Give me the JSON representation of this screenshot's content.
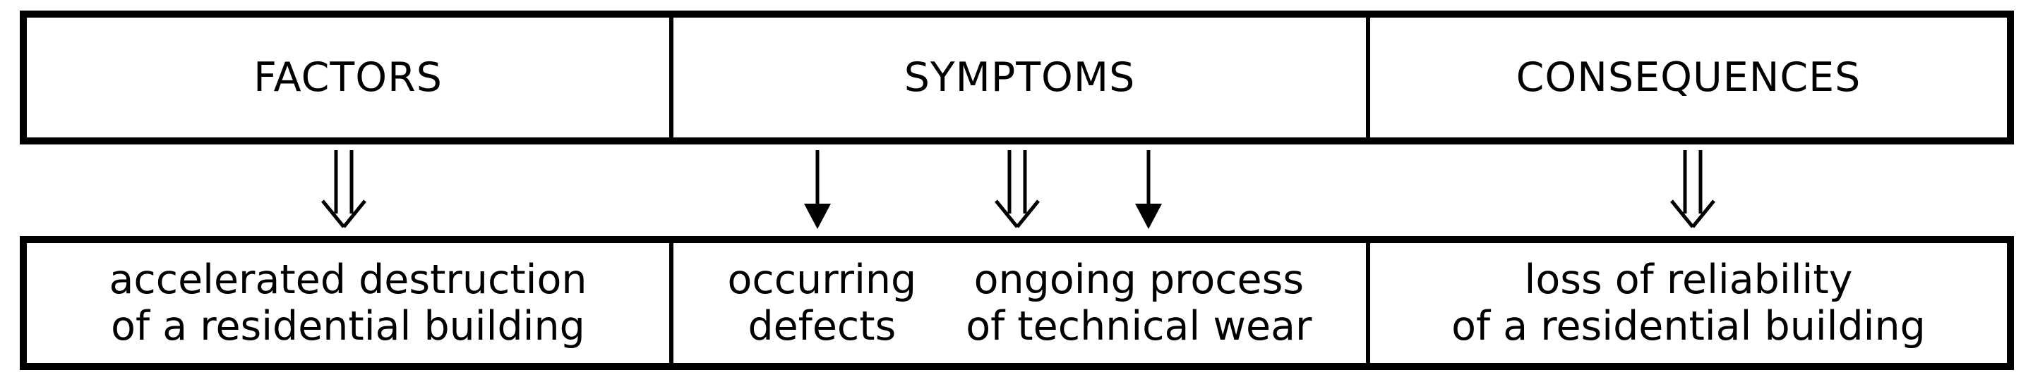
{
  "diagram": {
    "colors": {
      "background": "#ffffff",
      "border": "#000000",
      "text": "#000000",
      "arrow": "#000000"
    },
    "columns": [
      {
        "id": "factors",
        "header": "FACTORS",
        "bottom_lines": [
          "accelerated destruction",
          "of a residential building"
        ]
      },
      {
        "id": "symptoms",
        "header": "SYMPTOMS",
        "bottom_left_lines": [
          "occurring",
          "defects"
        ],
        "bottom_right_lines": [
          "ongoing process",
          "of technical wear"
        ]
      },
      {
        "id": "consequences",
        "header": "CONSEQUENCES",
        "bottom_lines": [
          "loss of reliability",
          "of a residential building"
        ]
      }
    ],
    "arrows": [
      {
        "column": "factors",
        "icon": "open-double-down-arrow-icon"
      },
      {
        "column": "symptoms",
        "icon": "solid-down-arrow-icon"
      },
      {
        "column": "symptoms",
        "icon": "open-double-down-arrow-icon"
      },
      {
        "column": "symptoms",
        "icon": "solid-down-arrow-icon"
      },
      {
        "column": "consequences",
        "icon": "open-double-down-arrow-icon"
      }
    ]
  }
}
